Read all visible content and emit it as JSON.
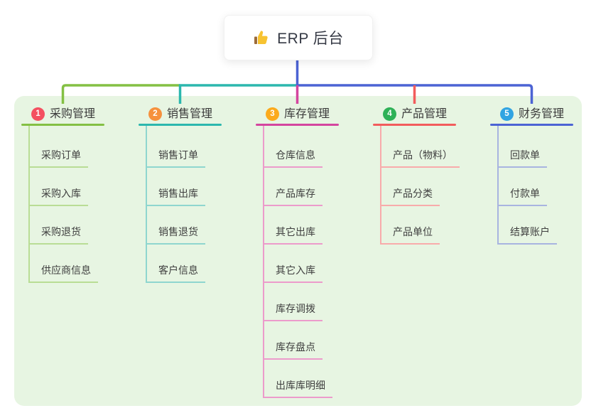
{
  "root": {
    "label": "ERP 后台",
    "icon": "thumbs-up-icon"
  },
  "branches": [
    {
      "badge": "1",
      "label": "采购管理",
      "badge_color": "#f45060",
      "line_color": "#84c044",
      "light_color": "#b9dd95",
      "children": [
        "采购订单",
        "采购入库",
        "采购退货",
        "供应商信息"
      ]
    },
    {
      "badge": "2",
      "label": "销售管理",
      "badge_color": "#f6913d",
      "line_color": "#2cb7ae",
      "light_color": "#8fd6cf",
      "children": [
        "销售订单",
        "销售出库",
        "销售退货",
        "客户信息"
      ]
    },
    {
      "badge": "3",
      "label": "库存管理",
      "badge_color": "#fbaa1c",
      "line_color": "#d4459f",
      "light_color": "#ec9bcb",
      "children": [
        "仓库信息",
        "产品库存",
        "其它出库",
        "其它入库",
        "库存调拨",
        "库存盘点",
        "出库库明细"
      ]
    },
    {
      "badge": "4",
      "label": "产品管理",
      "badge_color": "#2eb157",
      "line_color": "#f25c5c",
      "light_color": "#f8abab",
      "children": [
        "产品（物料）",
        "产品分类",
        "产品单位"
      ]
    },
    {
      "badge": "5",
      "label": "财务管理",
      "badge_color": "#31a4e2",
      "line_color": "#4c63d4",
      "light_color": "#a8b4e0",
      "children": [
        "回款单",
        "付款单",
        "结算账户"
      ]
    }
  ],
  "colors": {
    "panel_bg": "#e7f5e2",
    "root_connector": "#4c63d4",
    "title_text": "#3b3b3b",
    "child_text": "#3f3f3f"
  }
}
